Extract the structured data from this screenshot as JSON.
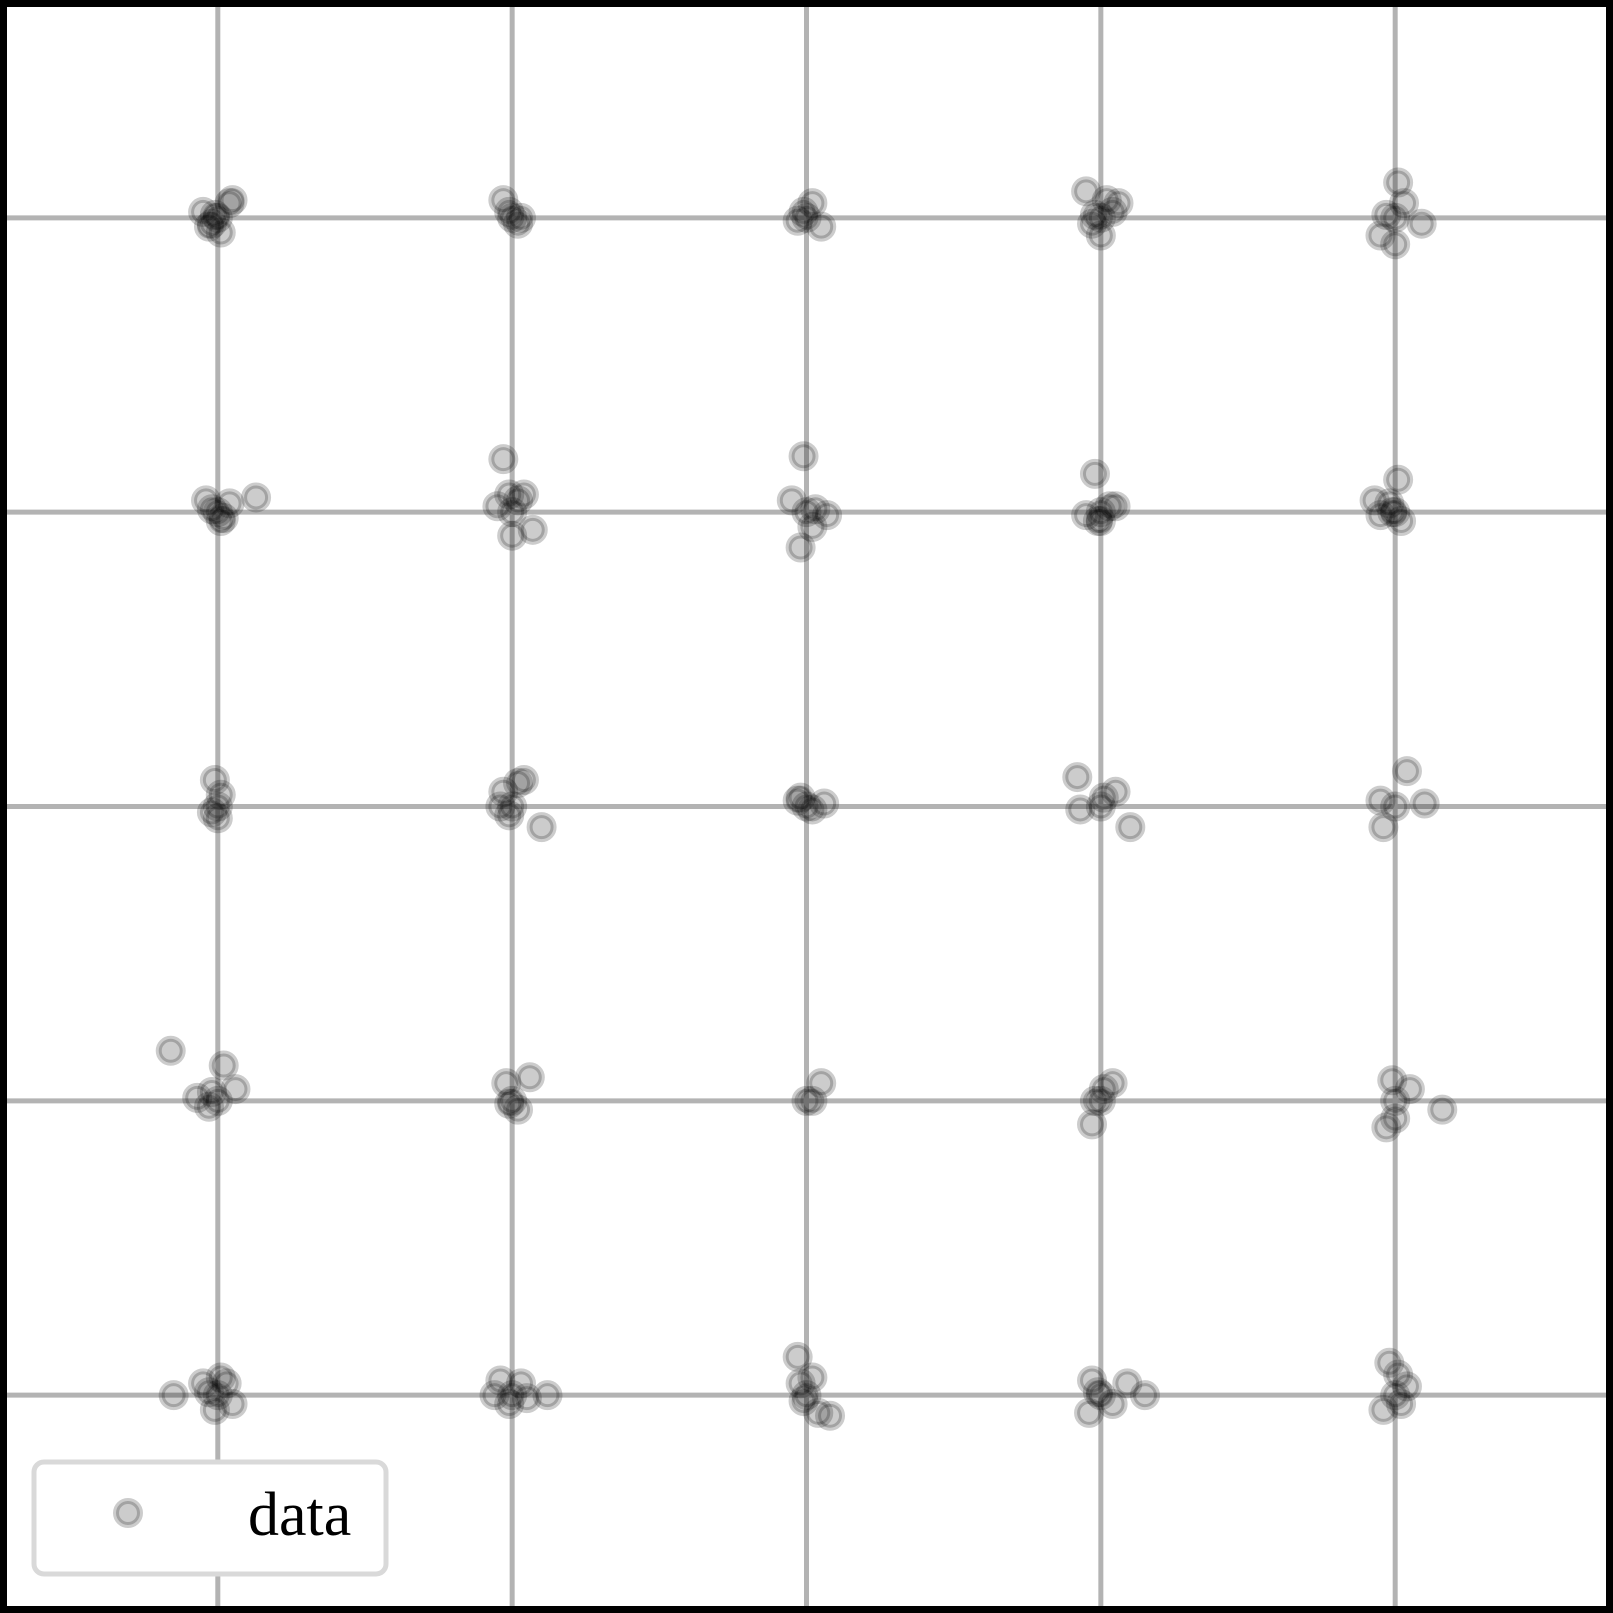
{
  "chart_data": {
    "type": "scatter",
    "title": "",
    "xlabel": "",
    "ylabel": "",
    "xlim": [
      0.26,
      5.74
    ],
    "ylim": [
      0.26,
      5.74
    ],
    "grid": true,
    "ticks_shown": false,
    "legend_position": "bottom-left",
    "marker": "open-circle",
    "color": "#000000",
    "alpha": 0.2,
    "legend": [
      "data"
    ],
    "series": [
      {
        "name": "data",
        "x": [
          1.0,
          0.98,
          1.04,
          0.95,
          1.01,
          0.97,
          1.05,
          0.99,
          2.0,
          1.97,
          2.02,
          1.99,
          2.03,
          3.0,
          2.97,
          3.02,
          3.05,
          2.99,
          4.0,
          3.97,
          4.04,
          4.02,
          4.0,
          3.95,
          4.06,
          3.98,
          5.0,
          5.01,
          4.97,
          5.09,
          4.95,
          5.0,
          5.03,
          1.0,
          0.96,
          1.04,
          1.01,
          0.98,
          1.13,
          1.02,
          2.0,
          1.97,
          2.02,
          1.95,
          2.0,
          2.07,
          2.04,
          1.99,
          3.0,
          2.99,
          2.95,
          3.03,
          3.07,
          2.98,
          3.02,
          4.0,
          3.98,
          4.03,
          3.95,
          4.05,
          4.0,
          3.99,
          5.0,
          4.98,
          5.01,
          4.93,
          4.95,
          4.99,
          5.02,
          1.0,
          0.99,
          1.01,
          1.0,
          0.98,
          2.0,
          1.97,
          2.04,
          2.02,
          1.99,
          2.1,
          1.96,
          3.0,
          2.97,
          3.02,
          3.06,
          2.98,
          4.0,
          3.92,
          3.93,
          4.05,
          4.1,
          4.01,
          5.0,
          5.04,
          4.95,
          5.1,
          4.96,
          1.0,
          0.84,
          0.98,
          1.02,
          1.06,
          0.97,
          0.93,
          2.0,
          1.98,
          2.02,
          2.06,
          1.99,
          3.0,
          3.05,
          3.02,
          4.0,
          3.98,
          4.04,
          4.01,
          3.97,
          5.0,
          4.99,
          5.05,
          5.16,
          5.0,
          4.97,
          1.0,
          0.97,
          1.03,
          1.01,
          0.95,
          1.05,
          0.99,
          0.85,
          2.0,
          1.96,
          2.03,
          2.05,
          1.99,
          2.12,
          1.94,
          3.0,
          2.98,
          3.02,
          2.99,
          3.04,
          3.08,
          2.97,
          4.0,
          3.97,
          4.04,
          4.09,
          3.96,
          4.15,
          3.99,
          5.0,
          4.98,
          5.04,
          4.96,
          5.02,
          5.01
        ],
        "y": [
          5.0,
          4.98,
          5.05,
          5.02,
          4.95,
          4.97,
          5.06,
          5.01,
          5.0,
          5.06,
          4.98,
          5.02,
          5.0,
          5.0,
          4.99,
          5.05,
          4.97,
          5.02,
          5.0,
          4.98,
          5.02,
          5.06,
          4.94,
          5.09,
          5.05,
          5.01,
          5.0,
          5.12,
          5.01,
          4.98,
          4.94,
          4.91,
          5.05,
          4.0,
          4.04,
          4.03,
          3.97,
          4.01,
          4.05,
          3.98,
          4.0,
          4.18,
          4.04,
          4.02,
          3.92,
          3.94,
          4.06,
          4.06,
          4.0,
          4.19,
          4.04,
          4.01,
          3.99,
          3.88,
          3.95,
          4.0,
          4.13,
          4.02,
          3.99,
          4.02,
          3.97,
          3.97,
          4.0,
          4.03,
          4.11,
          4.04,
          3.99,
          4.0,
          3.97,
          3.0,
          3.09,
          3.04,
          2.96,
          2.98,
          3.0,
          3.05,
          3.09,
          3.08,
          2.97,
          2.93,
          3.0,
          3.0,
          3.02,
          2.99,
          3.01,
          3.03,
          3.0,
          3.1,
          2.99,
          3.05,
          2.93,
          3.03,
          3.0,
          3.12,
          3.02,
          3.01,
          2.93,
          2.0,
          2.17,
          2.03,
          2.12,
          2.04,
          1.98,
          2.01,
          2.0,
          2.06,
          1.97,
          2.08,
          1.99,
          2.0,
          2.06,
          2.0,
          2.0,
          2.0,
          2.06,
          2.04,
          1.92,
          2.0,
          2.07,
          2.04,
          1.97,
          1.94,
          1.91,
          1.0,
          1.01,
          1.04,
          1.06,
          1.04,
          0.97,
          0.95,
          1.0,
          1.0,
          1.05,
          1.04,
          0.99,
          0.97,
          1.0,
          1.0,
          1.0,
          1.04,
          1.06,
          0.98,
          0.94,
          0.93,
          1.13,
          1.0,
          1.05,
          0.97,
          1.04,
          0.94,
          1.0,
          1.01,
          1.0,
          1.11,
          1.03,
          0.95,
          0.97,
          1.07
        ]
      }
    ]
  }
}
